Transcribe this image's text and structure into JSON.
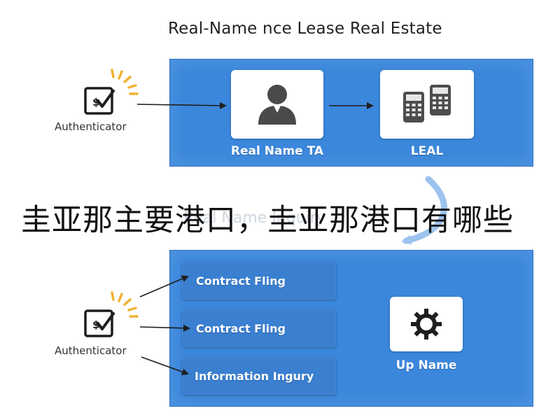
{
  "title": "Real-Name nce Lease Real Estate",
  "overlay_caption": "圭亚那主要港口，圭亚那港口有哪些",
  "ghost_caption": "Real Name Inquiry",
  "top_section": {
    "authenticator_label": "Authenticator",
    "cards": [
      {
        "label": "Real Name TA",
        "icon": "person-icon"
      },
      {
        "label": "LEAL",
        "icon": "calculator-icon"
      }
    ]
  },
  "bottom_section": {
    "authenticator_label": "Authenticator",
    "items": [
      "Contract Fling",
      "Contract Fling",
      "Information Ingury"
    ],
    "card": {
      "label": "Up Name",
      "icon": "gear-icon"
    }
  },
  "colors": {
    "panel": "#3b87dc",
    "item": "#3a7fd0",
    "accent_rays": "#f2b233",
    "curve_arrow": "#9cc3ee"
  }
}
